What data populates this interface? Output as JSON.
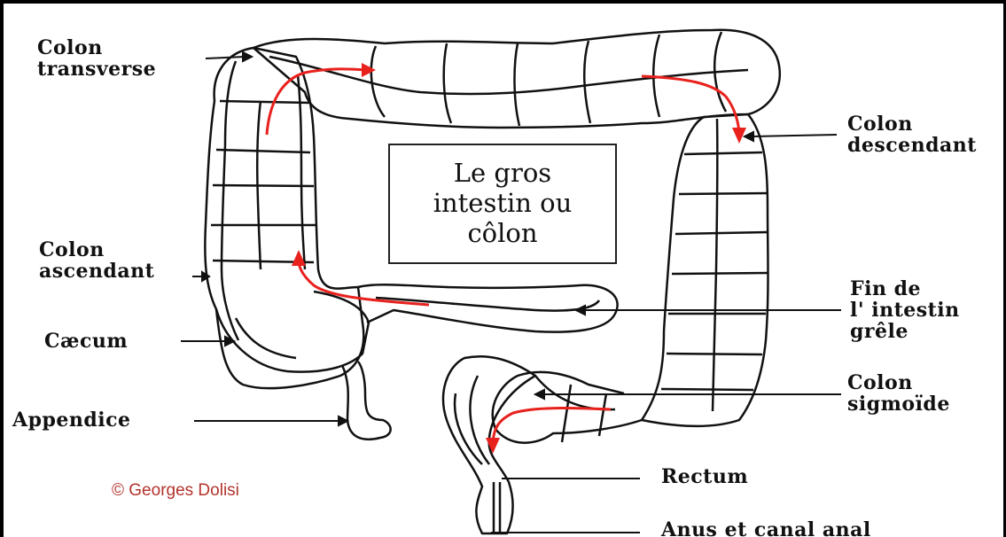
{
  "title_lines": [
    "Le gros",
    "intestin ou",
    "côlon"
  ],
  "labels": {
    "colon_transverse": [
      "Colon",
      "transverse"
    ],
    "colon_descendant": [
      "Colon",
      "descendant"
    ],
    "colon_ascendant": [
      "Colon",
      "ascendant"
    ],
    "caecum": [
      "Cæcum"
    ],
    "appendice": [
      "Appendice"
    ],
    "fin_intestin": [
      "Fin de",
      "l' intestin",
      "grêle"
    ],
    "colon_sigmoide": [
      "Colon",
      "sigmoïde"
    ],
    "rectum": [
      "Rectum"
    ],
    "anus": [
      "Anus et canal anal"
    ]
  },
  "copyright": "© Georges Dolisi",
  "colors": {
    "arrow": "#e8211d",
    "outline": "#111111",
    "copyright": "#b3332c"
  }
}
